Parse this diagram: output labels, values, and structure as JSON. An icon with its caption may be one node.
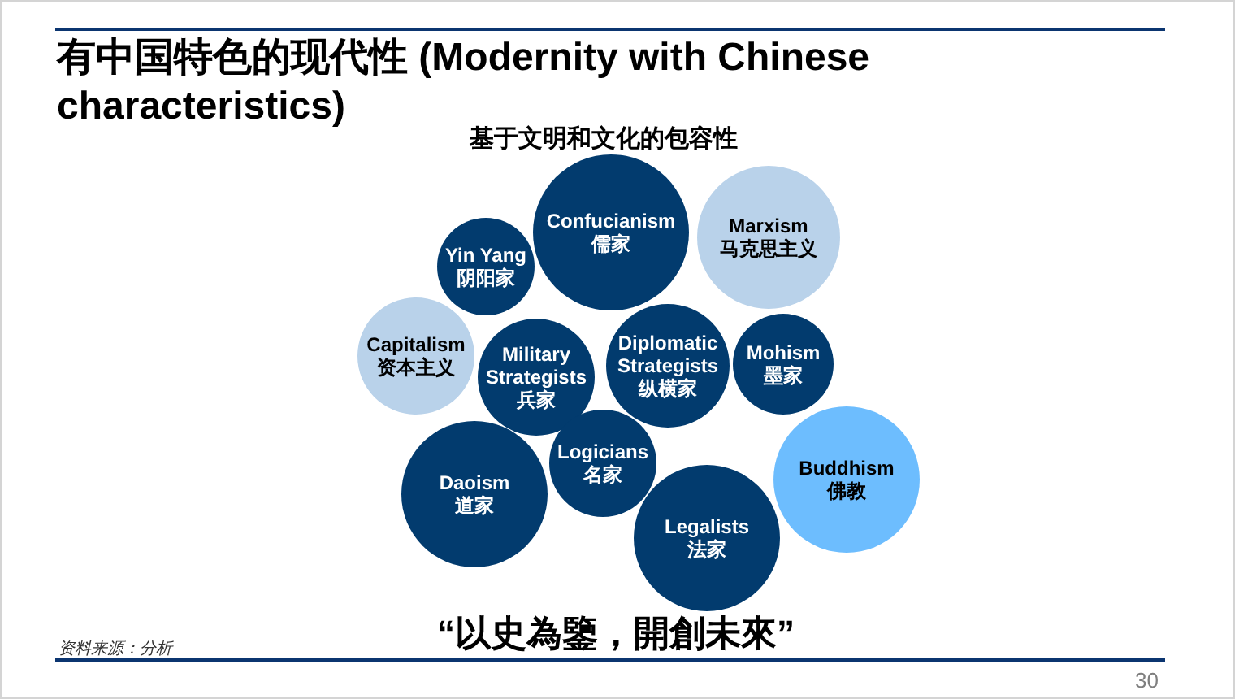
{
  "diagram": {
    "title": "有中国特色的现代性 (Modernity with Chinese characteristics)",
    "nodes": [
      {
        "text": [
          "Yin Yang",
          "阴阳家"
        ]
      },
      {
        "text": [
          "Confucianism",
          "儒家"
        ]
      },
      {
        "text": [
          "Marxism",
          "马克思主义"
        ]
      },
      {
        "text": [
          "Capitalism",
          "资本主义"
        ]
      },
      {
        "text": [
          "Military Strategists",
          "兵家"
        ]
      },
      {
        "text": [
          "Diplomatic Strategists",
          "纵横家"
        ]
      },
      {
        "text": [
          "Mohism",
          "墨家"
        ]
      },
      {
        "text": [
          "Daoism",
          "道家"
        ]
      },
      {
        "text": [
          "Logicians",
          "名家"
        ]
      },
      {
        "text": [
          "Legalists",
          "法家"
        ]
      },
      {
        "text": [
          "Buddhism",
          "佛教"
        ]
      }
    ],
    "labels": [
      "基于文明和文化的包容性",
      "“以史為鑒，開創未來”",
      "资料来源：分析",
      "30"
    ]
  }
}
